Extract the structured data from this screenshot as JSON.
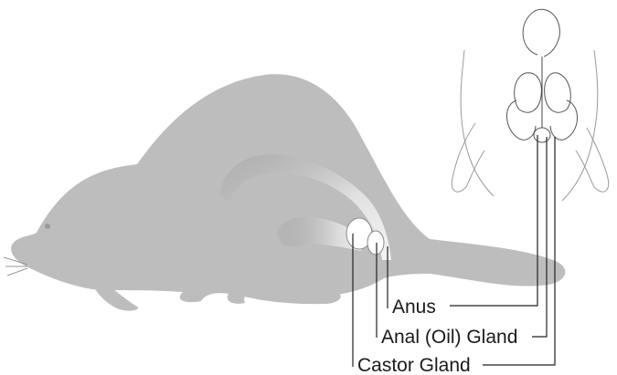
{
  "diagram": {
    "labels": {
      "anus": "Anus",
      "anal_gland": "Anal (Oil) Gland",
      "castor_gland": "Castor Gland"
    }
  }
}
